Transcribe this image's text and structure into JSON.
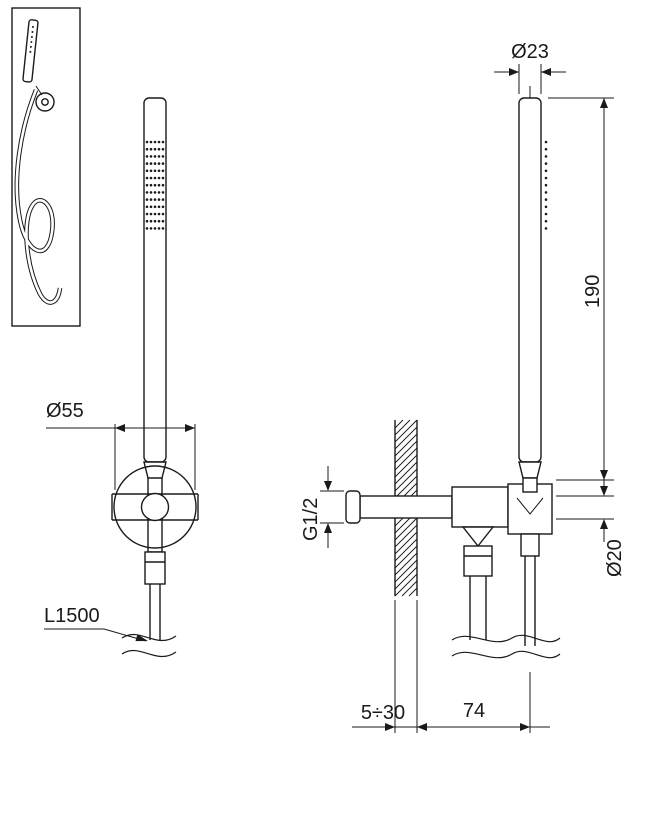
{
  "labels": {
    "front_diameter": "Ø55",
    "hose_length": "L1500",
    "side_diameter": "Ø23",
    "handle_length": "190",
    "thread": "G1/2",
    "outlet_diameter": "Ø20",
    "wall_range": "5÷30",
    "wall_offset": "74"
  },
  "colors": {
    "line": "#1a1a1a",
    "background": "#ffffff"
  }
}
